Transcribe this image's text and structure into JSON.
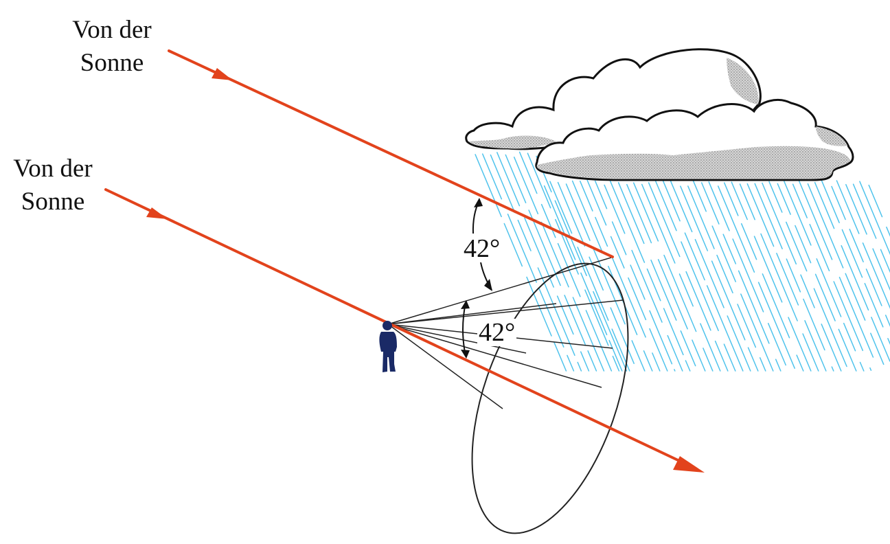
{
  "labels": {
    "sun_upper_line1": "Von der",
    "sun_upper_line2": "Sonne",
    "sun_lower_line1": "Von der",
    "sun_lower_line2": "Sonne",
    "angle_upper": "42°",
    "angle_lower": "42°"
  },
  "colors": {
    "sun_ray": "#e2431c",
    "rain": "#4fc3ec",
    "cloud_outline": "#111111",
    "cloud_shade": "#c4c4c4",
    "observer": "#1a2a66",
    "cone_lines": "#222222"
  }
}
